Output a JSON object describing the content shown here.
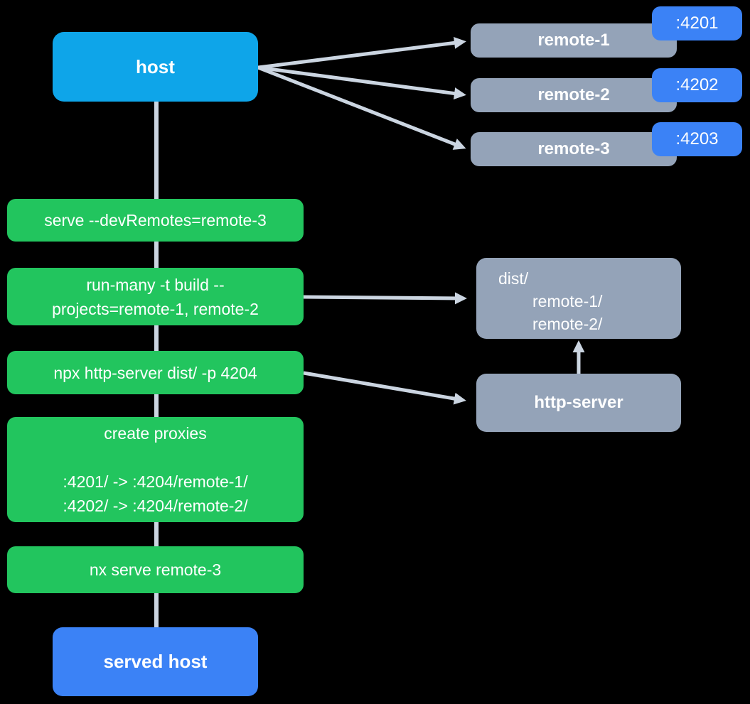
{
  "colors": {
    "background": "#000000",
    "host_box": "#0ea5e9",
    "served_host_box": "#3b82f6",
    "remote_box": "#94a3b8",
    "port_badge": "#3b82f6",
    "command_box": "#22c55e",
    "connector": "#cbd5e1",
    "text": "#ffffff"
  },
  "nodes": {
    "host": {
      "label": "host"
    },
    "remotes": [
      {
        "label": "remote-1",
        "port": ":4201"
      },
      {
        "label": "remote-2",
        "port": ":4202"
      },
      {
        "label": "remote-3",
        "port": ":4203"
      }
    ],
    "steps": [
      {
        "label": "serve --devRemotes=remote-3"
      },
      {
        "label": "run-many -t build --\nprojects=remote-1, remote-2"
      },
      {
        "label": "npx http-server dist/ -p 4204"
      },
      {
        "label": "create proxies\n\n:4201/ -> :4204/remote-1/\n:4202/ -> :4204/remote-2/"
      },
      {
        "label": "nx serve remote-3"
      }
    ],
    "dist": {
      "root": "dist/",
      "entries": [
        "remote-1/",
        "remote-2/"
      ]
    },
    "http_server": {
      "label": "http-server"
    },
    "served_host": {
      "label": "served host"
    }
  }
}
